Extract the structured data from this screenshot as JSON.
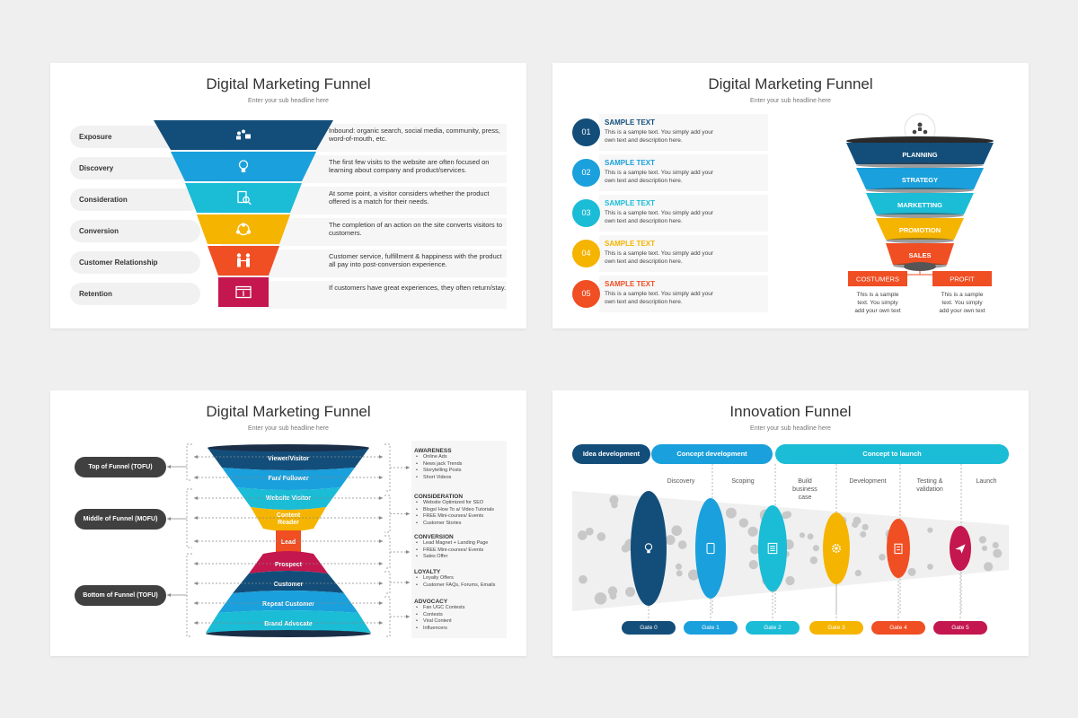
{
  "slide1": {
    "title": "Digital Marketing Funnel",
    "subtitle": "Enter your sub headline here",
    "stages": [
      {
        "label": "Exposure",
        "desc": "Inbound: organic search, social media, community, press, word-of-mouth, etc.",
        "color": "#134e7a",
        "icon": "social-icon"
      },
      {
        "label": "Discovery",
        "desc": "The first few visits to the website are often focused on learning about company and product/services.",
        "color": "#1aa0dc",
        "icon": "lightbulb-icon"
      },
      {
        "label": "Consideration",
        "desc": "At some point, a visitor considers whether the product offered is a match for their needs.",
        "color": "#1bbcd6",
        "icon": "document-search-icon"
      },
      {
        "label": "Conversion",
        "desc": "The completion of an action on the site converts visitors to customers.",
        "color": "#f5b400",
        "icon": "network-icon"
      },
      {
        "label": "Customer Relationship",
        "desc": "Customer service, fulfillment & happiness with the product all pay into post-conversion experience.",
        "color": "#f04e23",
        "icon": "handshake-icon"
      },
      {
        "label": "Retention",
        "desc": "If customers have great experiences, they often return/stay.",
        "color": "#c4164f",
        "icon": "browser-icon"
      }
    ]
  },
  "slide2": {
    "title": "Digital Marketing Funnel",
    "subtitle": "Enter your sub headline here",
    "items": [
      {
        "num": "01",
        "head": "SAMPLE TEXT",
        "text": "This is a sample text. You simply add your own text and description here.",
        "color": "#134e7a"
      },
      {
        "num": "02",
        "head": "SAMPLE TEXT",
        "text": "This is a sample text. You simply add your own text and description here.",
        "color": "#1aa0dc"
      },
      {
        "num": "03",
        "head": "SAMPLE TEXT",
        "text": "This is a sample text. You simply add your own text and description here.",
        "color": "#1bbcd6"
      },
      {
        "num": "04",
        "head": "SAMPLE TEXT",
        "text": "This is a sample text. You simply add your own text and description here.",
        "color": "#f5b400"
      },
      {
        "num": "05",
        "head": "SAMPLE TEXT",
        "text": "This is a sample text. You simply add your own text and description here.",
        "color": "#f04e23"
      }
    ],
    "funnel": [
      {
        "label": "PLANNING",
        "color": "#134e7a"
      },
      {
        "label": "STRATEGY",
        "color": "#1aa0dc"
      },
      {
        "label": "MARKETTING",
        "color": "#1bbcd6"
      },
      {
        "label": "PROMOTION",
        "color": "#f5b400"
      },
      {
        "label": "SALES",
        "color": "#f04e23"
      }
    ],
    "outputs": [
      {
        "label": "COSTUMERS",
        "text_lines": [
          "This is a sample",
          "text. You simply",
          "add your own text"
        ]
      },
      {
        "label": "PROFIT",
        "text_lines": [
          "This is a sample",
          "text. You simply",
          "add your own text"
        ]
      }
    ],
    "top_icon": "team-icon"
  },
  "slide3": {
    "title": "Digital Marketing Funnel",
    "subtitle": "Enter your sub headline here",
    "pills": [
      "Top of Funnel (TOFU)",
      "Middle of Funnel (MOFU)",
      "Bottom of Funnel (TOFU)"
    ],
    "layers": [
      {
        "label": "Viewer/Visitor",
        "color": "#134e7a"
      },
      {
        "label": "Fan/ Follower",
        "color": "#1aa0dc"
      },
      {
        "label": "Website Visitor",
        "color": "#1bbcd6"
      },
      {
        "label": "Content Reader",
        "color": "#f5b400"
      },
      {
        "label": "Lead",
        "color": "#f04e23"
      },
      {
        "label": "Prospect",
        "color": "#c4164f"
      },
      {
        "label": "Customer",
        "color": "#134e7a"
      },
      {
        "label": "Repeat Customer",
        "color": "#1aa0dc"
      },
      {
        "label": "Brand Advocate",
        "color": "#1bbcd6"
      }
    ],
    "sections": [
      {
        "head": "AWARENESS",
        "items": [
          "Online Ads",
          "News jack Trends",
          "Storytelling Posts",
          "Short Videos"
        ]
      },
      {
        "head": "CONSIDERATION",
        "items": [
          "Website Optimized for SEO",
          "Blogs/ How To a/ Video Tutorials",
          "FREE Mini-courses/ Events",
          "Customer Stories"
        ]
      },
      {
        "head": "CONVERSION",
        "items": [
          "Lead Magnet + Landing Page",
          "FREE Mini-courses/ Events",
          "Sales Offer"
        ]
      },
      {
        "head": "LOYALTY",
        "items": [
          "Loyalty Offers",
          "Customer FAQs, Forums, Emails"
        ]
      },
      {
        "head": "ADVOCACY",
        "items": [
          "Fan UGC Contests",
          "Contests",
          "Viral Content",
          "Influencers"
        ]
      }
    ]
  },
  "slide4": {
    "title": "Innovation Funnel",
    "subtitle": "Enter your sub headline here",
    "phases": [
      {
        "label": "Idea development",
        "color": "#134e7a"
      },
      {
        "label": "Concept development",
        "color": "#1aa0dc"
      },
      {
        "label": "Concept to launch",
        "color": "#1bbcd6"
      }
    ],
    "steps": [
      "Discovery",
      "Scoping",
      "Build business case",
      "Development",
      "Testing & validation",
      "Launch"
    ],
    "gates": [
      {
        "label": "Gate 0",
        "color": "#134e7a",
        "icon": "lightbulb-gear-icon"
      },
      {
        "label": "Gate 1",
        "color": "#1aa0dc",
        "icon": "tablet-icon"
      },
      {
        "label": "Gate 2",
        "color": "#1bbcd6",
        "icon": "checklist-icon"
      },
      {
        "label": "Gate 3",
        "color": "#f5b400",
        "icon": "gear-icon"
      },
      {
        "label": "Gate 4",
        "color": "#f04e23",
        "icon": "clipboard-icon"
      },
      {
        "label": "Gate 5",
        "color": "#c4164f",
        "icon": "paper-plane-icon"
      }
    ]
  }
}
